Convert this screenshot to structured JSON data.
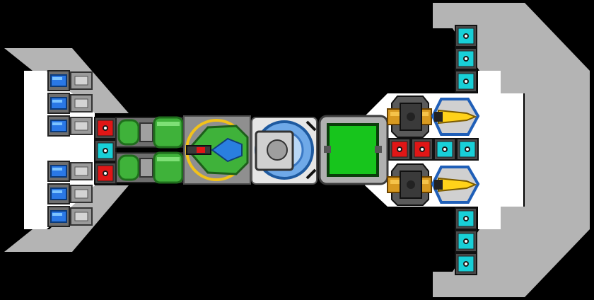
{
  "scene": {
    "name": "ship-builder-view",
    "background": "#000000"
  },
  "palette": {
    "hull": "#b4b4b4",
    "deck": "#ffffff",
    "panel": "#9a9a9a",
    "panel_dark": "#6e6e6e",
    "fuel_blue": "#2a78e6",
    "fuel_blue_light": "#7cc4ff",
    "cargo_red": "#e01616",
    "cargo_cyan": "#18d0d8",
    "green_tank": "#3fb23a",
    "green_dark": "#1f6e1c",
    "reactor_green": "#17c51c",
    "gold": "#d89a20",
    "gold_light": "#f5c34a",
    "laser_yellow": "#ffd21a",
    "laser_blue": "#1f5fb8"
  },
  "modules": {
    "upper_left_fuel": 3,
    "lower_left_fuel": 3,
    "left_cargo": [
      "red",
      "cyan",
      "red"
    ],
    "upper_right_cargo": 3,
    "lower_right_cargo": 3,
    "mid_right_cargo": [
      "red",
      "red",
      "cyan",
      "cyan"
    ],
    "engines": 2,
    "cannons": 2,
    "lasers": 2
  }
}
